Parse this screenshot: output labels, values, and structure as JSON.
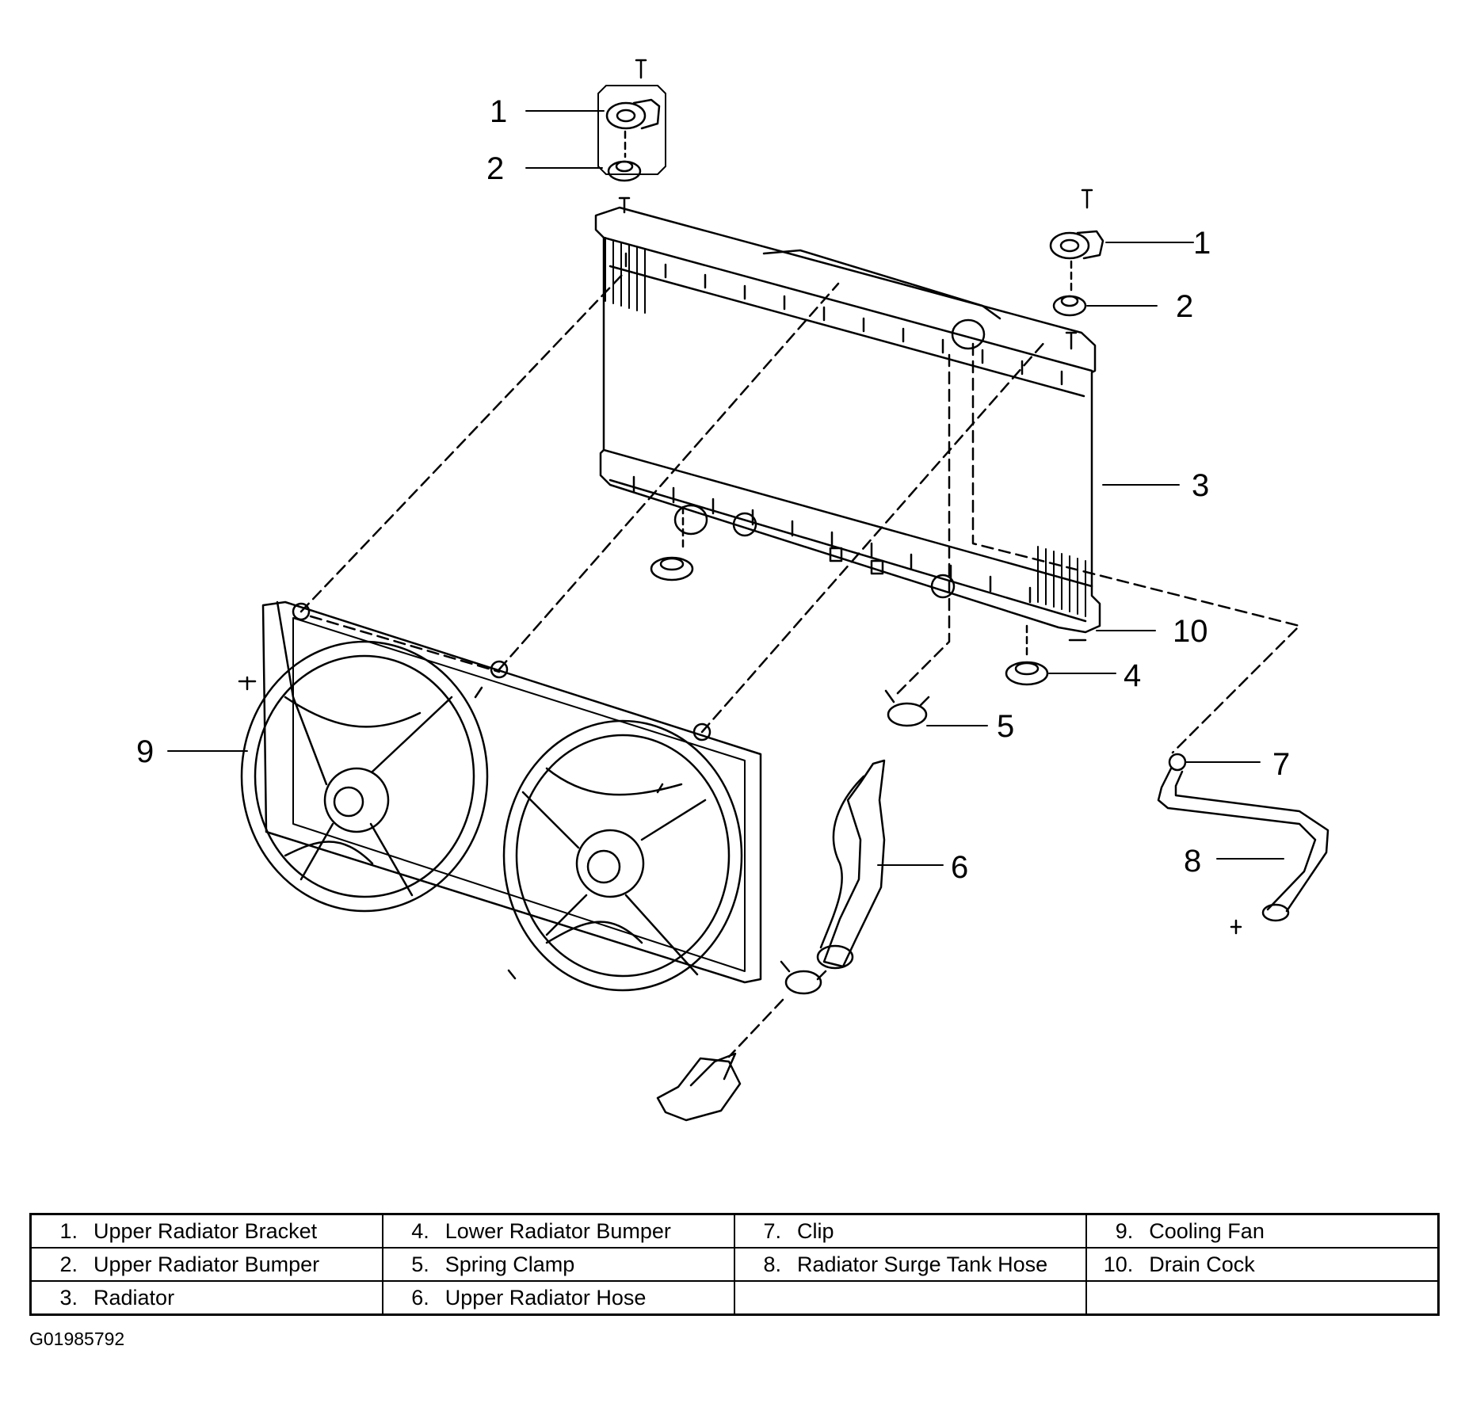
{
  "callouts": {
    "c1a": "1",
    "c2a": "2",
    "c1b": "1",
    "c2b": "2",
    "c3": "3",
    "c10": "10",
    "c4": "4",
    "c5": "5",
    "c6": "6",
    "c7": "7",
    "c8": "8",
    "c9": "9"
  },
  "legend": {
    "rows": [
      [
        {
          "num": "1.",
          "label": "Upper Radiator Bracket"
        },
        {
          "num": "4.",
          "label": "Lower Radiator Bumper"
        },
        {
          "num": "7.",
          "label": "Clip"
        },
        {
          "num": "9.",
          "label": "Cooling Fan"
        }
      ],
      [
        {
          "num": "2.",
          "label": "Upper Radiator Bumper"
        },
        {
          "num": "5.",
          "label": "Spring Clamp"
        },
        {
          "num": "8.",
          "label": "Radiator Surge Tank Hose"
        },
        {
          "num": "10.",
          "label": "Drain Cock"
        }
      ],
      [
        {
          "num": "3.",
          "label": "Radiator"
        },
        {
          "num": "6.",
          "label": "Upper Radiator Hose"
        },
        {
          "num": "",
          "label": ""
        },
        {
          "num": "",
          "label": ""
        }
      ]
    ]
  },
  "figure_id": "G01985792"
}
